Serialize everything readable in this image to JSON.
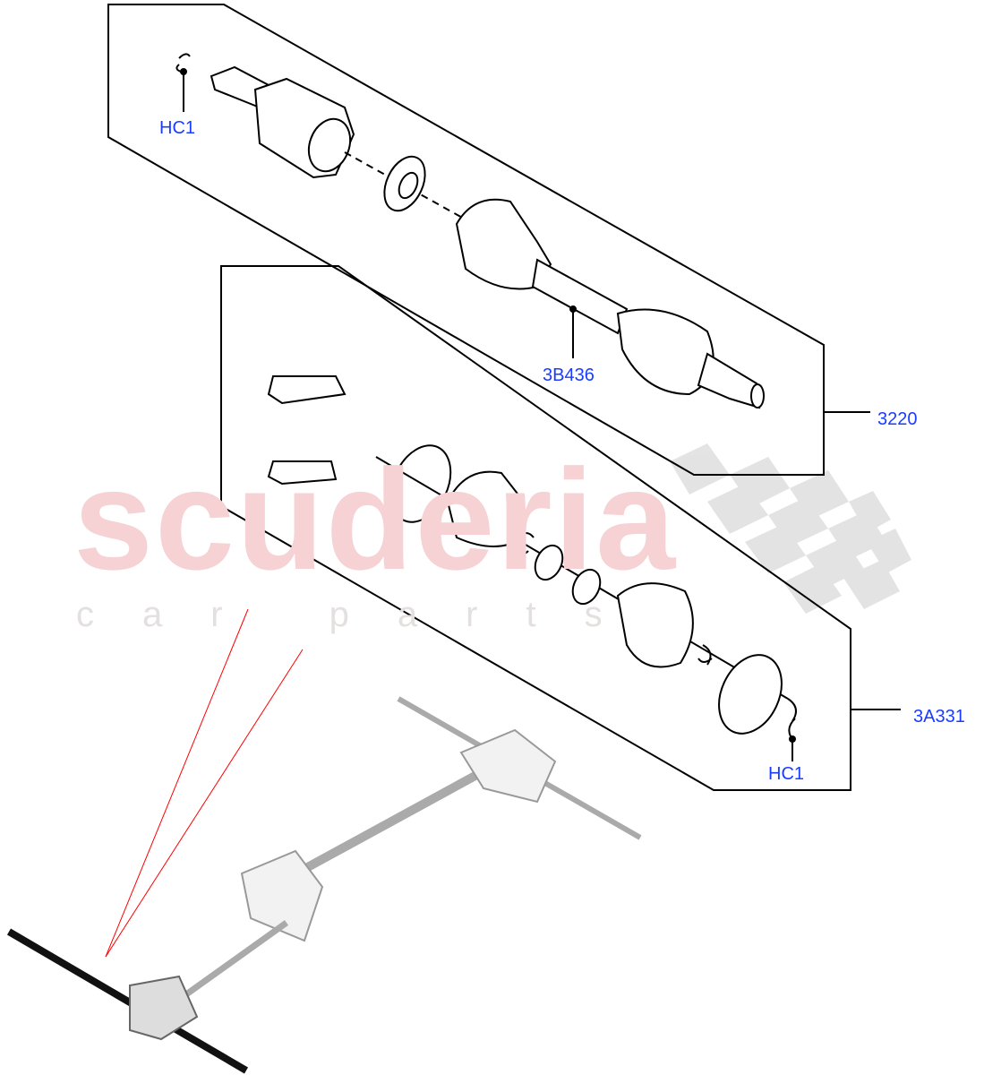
{
  "watermark": {
    "brand": "scuderia",
    "sub": "car parts"
  },
  "callouts": {
    "hc1_top": "HC1",
    "shaft_part": "3B436",
    "assembly_upper": "3220",
    "assembly_lower": "3A331",
    "hc1_bottom": "HC1"
  },
  "colors": {
    "callout_text": "#1a3cff",
    "leader_red": "#ff0000",
    "watermark_pink": "#f6c9cc"
  }
}
